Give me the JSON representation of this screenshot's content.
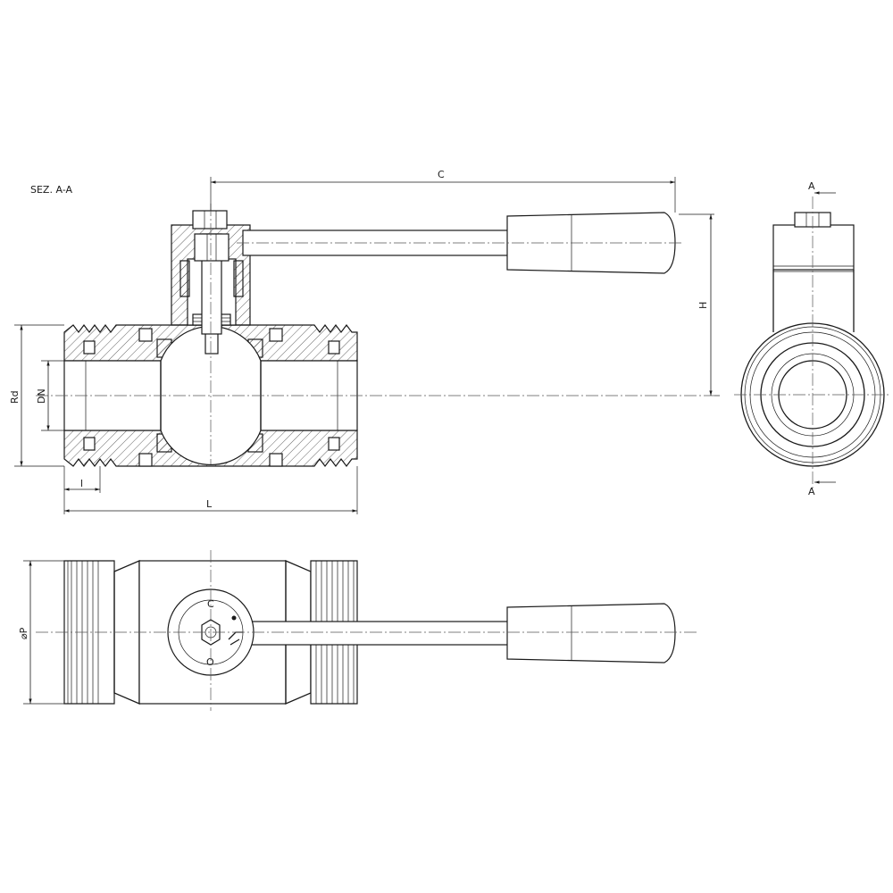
{
  "section_title": "SEZ. A-A",
  "dimensions": {
    "C": "C",
    "H": "H",
    "Rd": "Rd",
    "DN": "DN",
    "l": "l",
    "L": "L",
    "P": "⌀P",
    "A_top": "A",
    "A_bottom": "A"
  },
  "plate_marks": {
    "closed": "C",
    "open": "O"
  }
}
